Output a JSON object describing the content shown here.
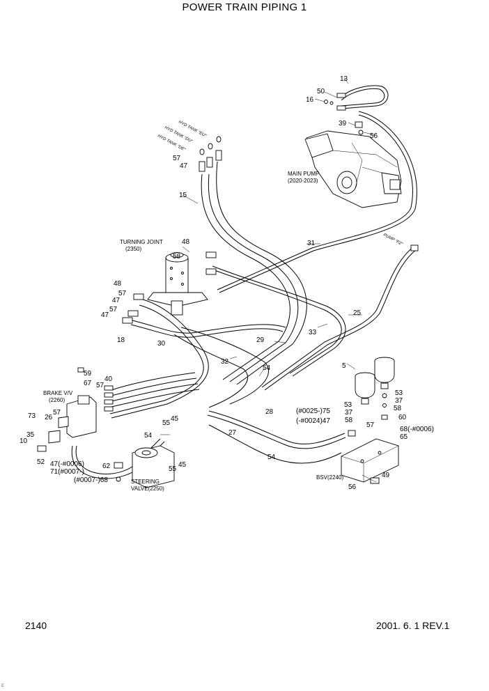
{
  "header": {
    "title": "POWER TRAIN PIPING 1"
  },
  "footer": {
    "page_number": "2140",
    "revision": "2001. 6. 1 REV.1",
    "corner_mark": "E"
  },
  "components": {
    "main_pump": [
      "MAIN PUMP",
      "(2020-2023)"
    ],
    "turning_joint": [
      "TURNING JOINT",
      "(2350)"
    ],
    "brake_valve": [
      "BRAKE V/V",
      "(2260)"
    ],
    "steering_valve": [
      "STEERING",
      "VALVE(2250)"
    ],
    "bsv": "BSV(2240)"
  },
  "tank_ports": [
    "HYD TANK \"EU\"",
    "HYD TANK \"DU\"",
    "HYD TANK \"DE\""
  ],
  "pump_port": "PUMP \"P2\"",
  "callouts": [
    "13",
    "50",
    "16",
    "39",
    "56",
    "57",
    "47",
    "15",
    "31",
    "48",
    "58",
    "48",
    "57",
    "47",
    "57",
    "47",
    "18",
    "30",
    "29",
    "33",
    "25",
    "32",
    "54",
    "5",
    "53",
    "37",
    "58",
    "53",
    "37",
    "58",
    "60",
    "68(-#0006)",
    "65",
    "57",
    "(#0025-)75",
    "(-#0024)47",
    "28",
    "27",
    "54",
    "56",
    "49",
    "59",
    "67",
    "40",
    "57",
    "73",
    "26",
    "57",
    "35",
    "10",
    "52",
    "47(-#0006)",
    "71(#0007-)",
    "55",
    "45",
    "54",
    "55",
    "45",
    "62",
    "(#0007-)68"
  ]
}
